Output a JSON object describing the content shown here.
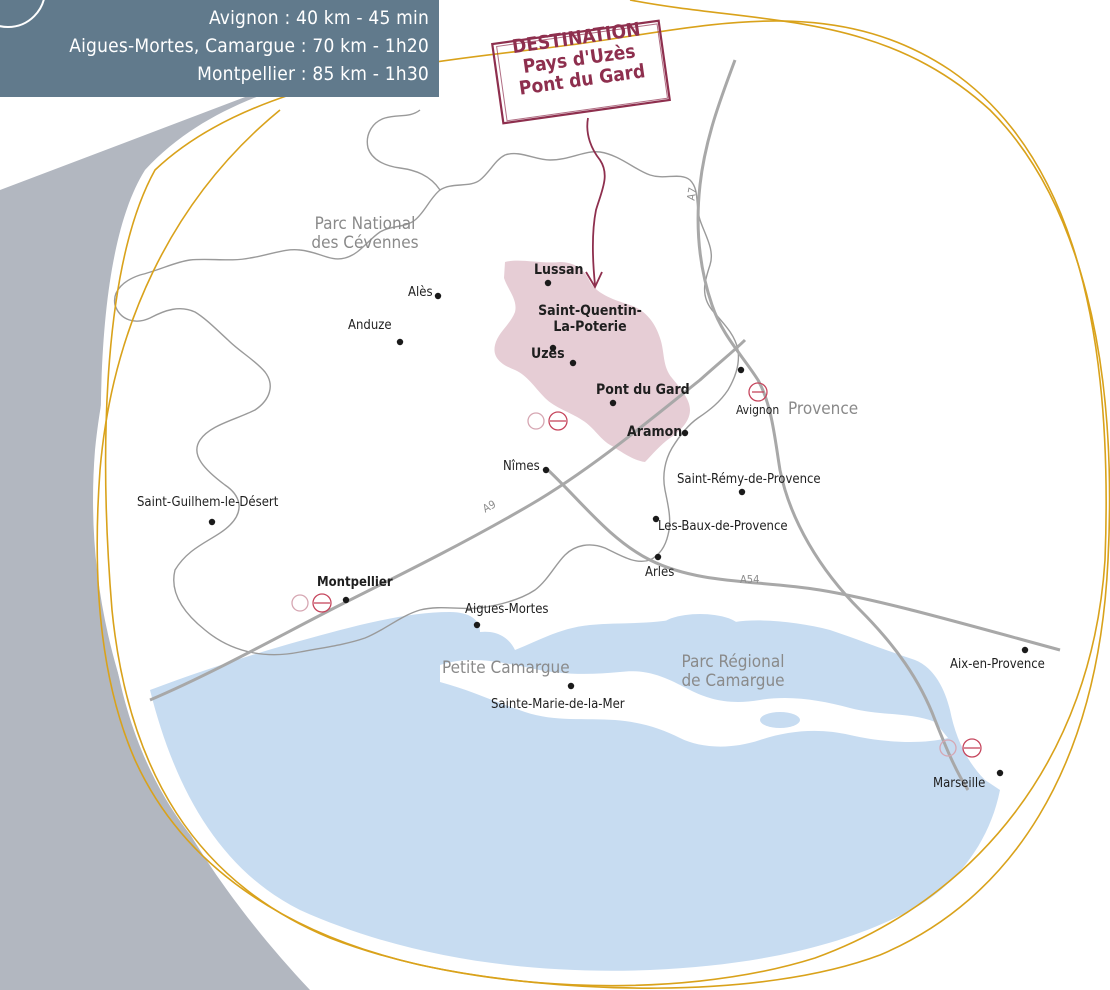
{
  "info": {
    "lines": [
      "Avignon : 40 km - 45 min",
      "Aigues-Mortes, Camargue : 70 km - 1h20",
      "Montpellier : 85 km - 1h30"
    ]
  },
  "stamp": {
    "line1": "DESTINATION",
    "line2": "Pays d'Uzès",
    "line3": "Pont du Gard"
  },
  "regions": {
    "cevennes_1": "Parc National",
    "cevennes_2": "des Cévennes",
    "provence": "Provence",
    "petite_camargue": "Petite Camargue",
    "camargue_1": "Parc Régional",
    "camargue_2": "de Camargue"
  },
  "roads": {
    "a7": "A7",
    "a9": "A9",
    "a54": "A54"
  },
  "towns": {
    "lussan": "Lussan",
    "saint_quentin_1": "Saint-Quentin-",
    "saint_quentin_2": "La-Poterie",
    "uzes": "Uzès",
    "pont_du_gard": "Pont du Gard",
    "aramon": "Aramon",
    "avignon": "Avignon",
    "ales": "Alès",
    "anduze": "Anduze",
    "nimes": "Nîmes",
    "saint_remy": "Saint-Rémy-de-Provence",
    "les_baux": "Les-Baux-de-Provence",
    "arles": "Arles",
    "saint_guilhem": "Saint-Guilhem-le-Désert",
    "montpellier": "Montpellier",
    "aigues_mortes": "Aigues-Mortes",
    "sainte_marie": "Sainte-Marie-de-la-Mer",
    "aix": "Aix-en-Provence",
    "marseille": "Marseille"
  },
  "colors": {
    "accent": "#8e2f4e",
    "territory": "#e6cdd5",
    "sea": "#c7dcf1",
    "info_box": "#617a8c",
    "side_panel": "#b2b7c0",
    "frame": "#d9a21b",
    "boundary": "#9a9a9a"
  }
}
